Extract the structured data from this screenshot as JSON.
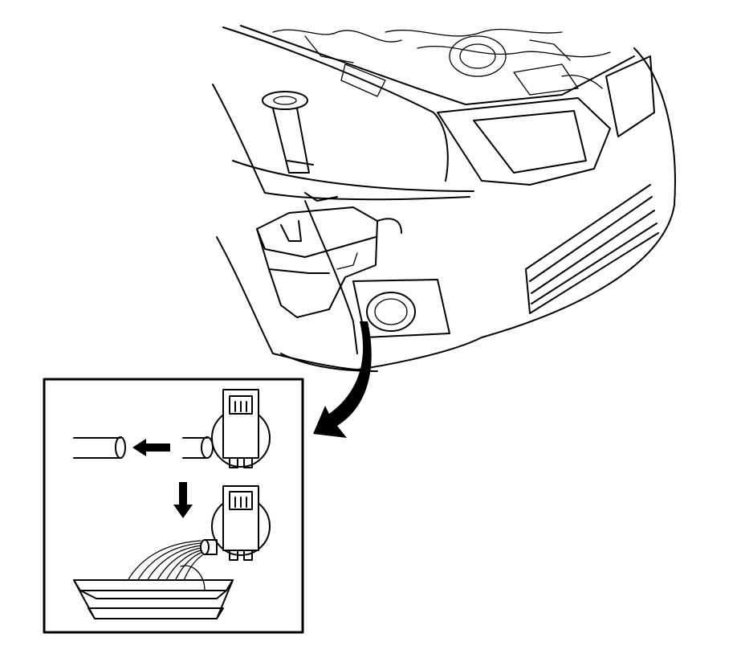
{
  "illustration": {
    "background": "#ffffff",
    "line_color": "#000000",
    "scene": "front-corner-vehicle-with-washer-reservoir",
    "inset": {
      "steps": [
        "disconnect-hose-from-pump-outlet",
        "drain-fluid-into-pan"
      ]
    }
  }
}
